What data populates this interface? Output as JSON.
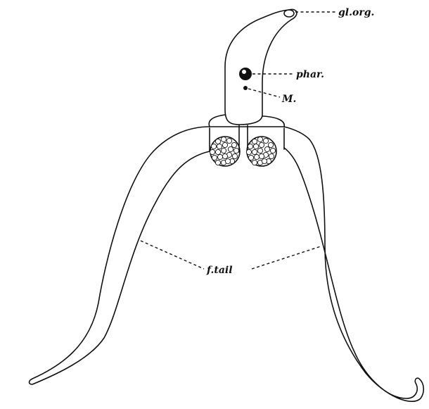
{
  "figure": {
    "labels": {
      "gland_organ": "gl.org.",
      "pharynx": "phar.",
      "mouth": "M.",
      "tail": "f.tail"
    }
  }
}
